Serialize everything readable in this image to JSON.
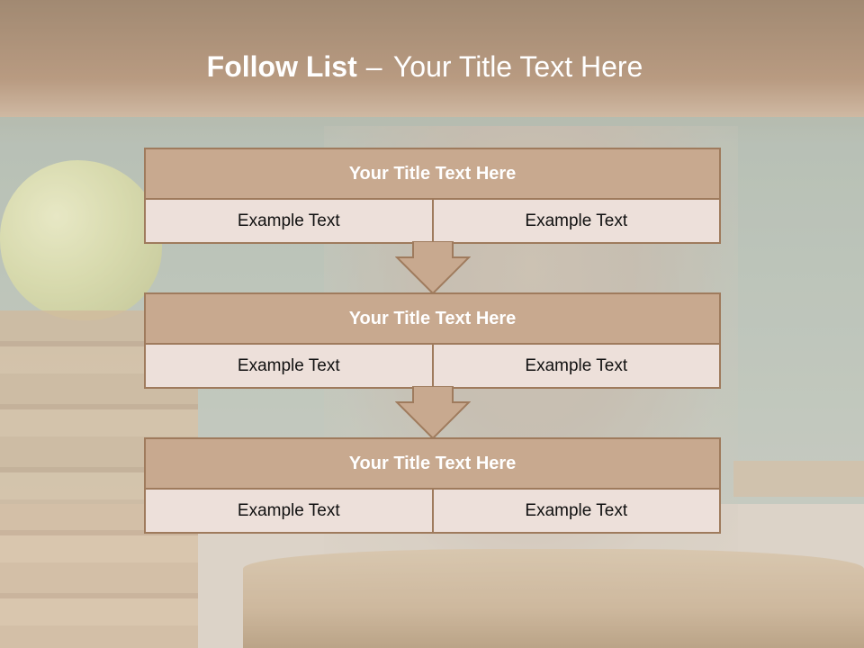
{
  "title": {
    "bold": "Follow List",
    "separator": "–",
    "rest": "Your Title Text Here"
  },
  "steps": [
    {
      "header": "Your Title Text Here",
      "left": "Example Text",
      "right": "Example Text"
    },
    {
      "header": "Your Title Text Here",
      "left": "Example Text",
      "right": "Example Text"
    },
    {
      "header": "Your Title Text Here",
      "left": "Example Text",
      "right": "Example Text"
    }
  ],
  "colors": {
    "header_fill": "#c8a98f",
    "cell_fill": "#ede0da",
    "border": "#9f7b5d",
    "title_text": "#ffffff"
  }
}
